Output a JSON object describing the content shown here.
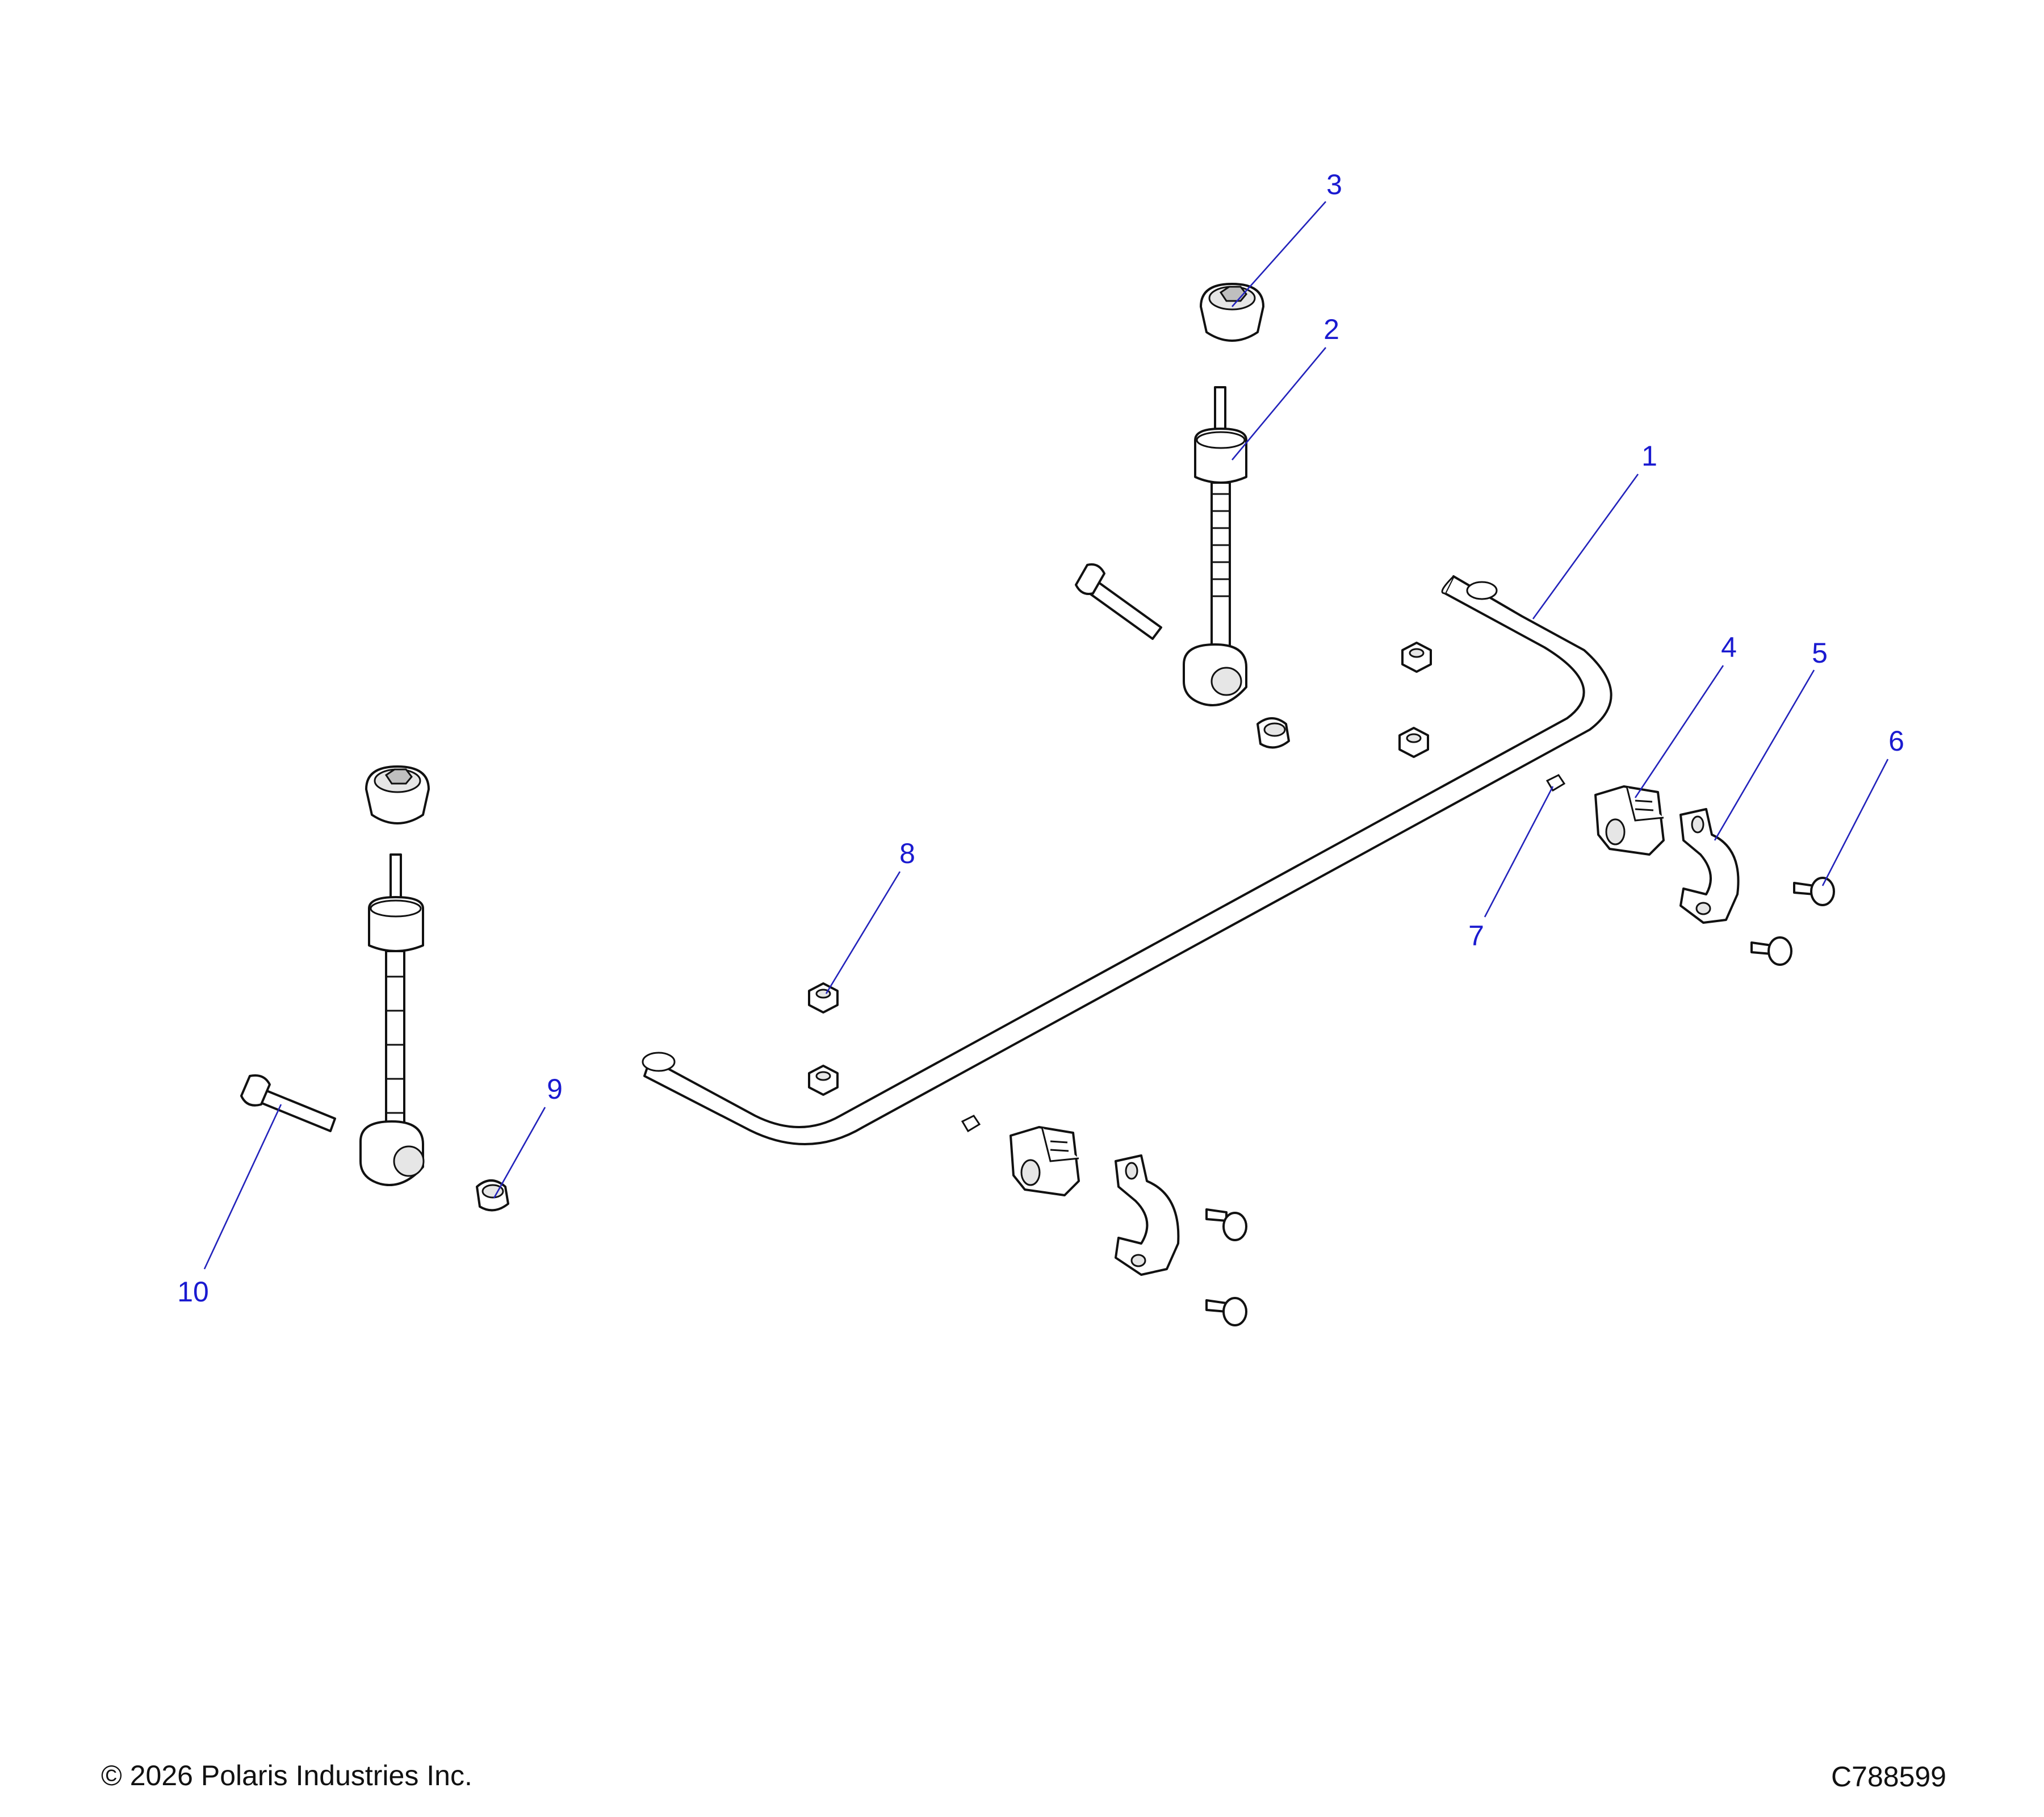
{
  "diagram": {
    "callouts": [
      {
        "id": "callout-1",
        "label": "1"
      },
      {
        "id": "callout-2",
        "label": "2"
      },
      {
        "id": "callout-3",
        "label": "3"
      },
      {
        "id": "callout-4",
        "label": "4"
      },
      {
        "id": "callout-5",
        "label": "5"
      },
      {
        "id": "callout-6",
        "label": "6"
      },
      {
        "id": "callout-7",
        "label": "7"
      },
      {
        "id": "callout-8",
        "label": "8"
      },
      {
        "id": "callout-9",
        "label": "9"
      },
      {
        "id": "callout-10",
        "label": "10"
      }
    ],
    "callout_color": "#1a1ad0",
    "line_color": "#111111"
  },
  "footer": {
    "copyright": "© 2026 Polaris Industries Inc.",
    "drawing_id": "C788599"
  }
}
